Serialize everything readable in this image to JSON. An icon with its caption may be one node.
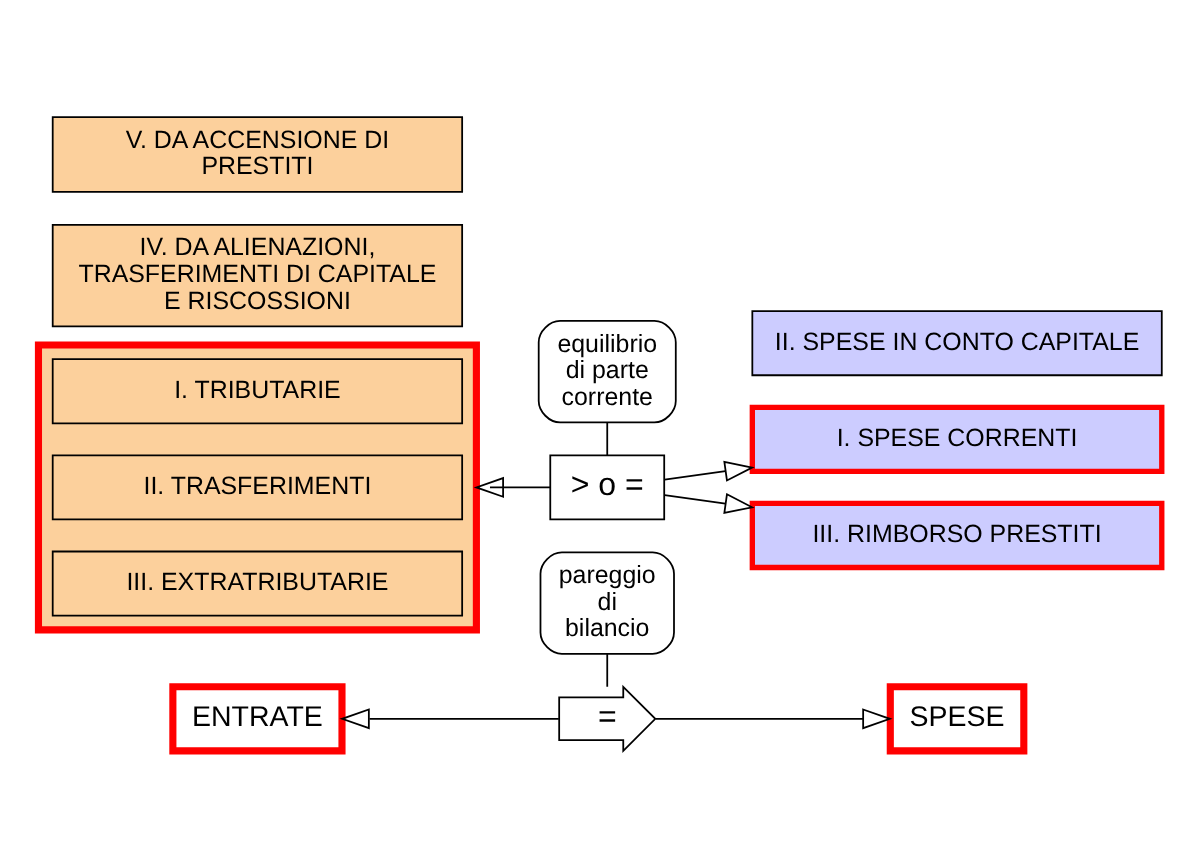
{
  "diagram": {
    "nodes": [
      {
        "text": [
          "ENTRATE"
        ]
      },
      {
        "text": [
          "="
        ]
      },
      {
        "text": [
          "SPESE"
        ]
      },
      {
        "text": [
          "pareggio di bilancio"
        ]
      },
      {
        "text": [],
        "shape": "box"
      },
      {
        "text": [
          "I. TRIBUTARIE"
        ],
        "in": 4
      },
      {
        "text": [
          "II. TRASFERIMENTI"
        ],
        "in": 4
      },
      {
        "text": [
          "III. EXTRATRIBUTARIE"
        ],
        "in": 4
      },
      {
        "text": [
          "IV. DA ALIENAZIONI, TRASFERIMENTI DI CAPITALE E RISCOSSIONI"
        ]
      },
      {
        "text": [
          "V. DA ACCENSIONE DI PRESTITI"
        ]
      },
      {
        "text": [
          "I. SPESE CORRENTI"
        ]
      },
      {
        "text": [
          "II. SPESE IN CONTO CAPITALE"
        ]
      },
      {
        "text": [
          "III. RIMBORSO PRESTITI"
        ]
      },
      {
        "text": [
          "> o ="
        ]
      },
      {
        "text": [
          "equilibrio di parte corrente"
        ]
      }
    ],
    "edges": [
      {
        "from": 1,
        "to": 0,
        "arrow": "to"
      },
      {
        "from": 1,
        "to": 2,
        "arrow": "to"
      },
      {
        "from": 3,
        "to": 1,
        "arrow": "none"
      },
      {
        "from": 13,
        "to": 4,
        "arrow": "to"
      },
      {
        "from": 13,
        "to": 10,
        "arrow": "to"
      },
      {
        "from": 13,
        "to": 12,
        "arrow": "to"
      },
      {
        "from": 14,
        "to": 13,
        "arrow": "none"
      }
    ]
  }
}
